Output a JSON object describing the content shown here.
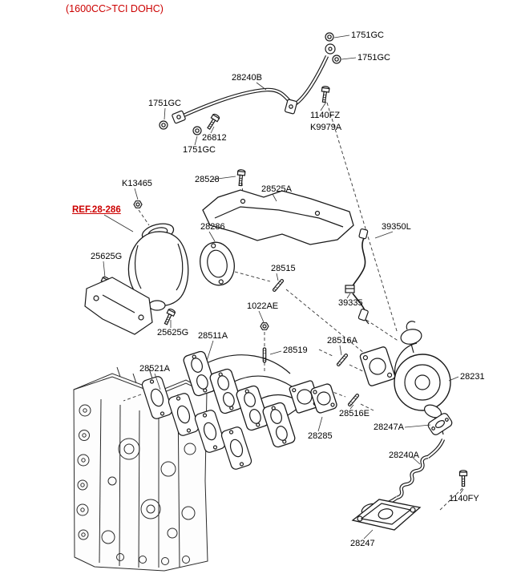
{
  "title": "(1600CC>TCI DOHC)",
  "ref_label": "REF.28-286",
  "colors": {
    "accent_red": "#cc0000",
    "line": "#1a1a1a",
    "background": "#ffffff"
  },
  "icons": {
    "ring": "washer-ring-icon",
    "bolt": "hex-bolt-icon",
    "nut": "hex-nut-icon",
    "stud": "threaded-stud-icon",
    "clamp": "sensor-clamp-icon"
  },
  "parts": [
    {
      "label": "1751GC"
    },
    {
      "label": "1751GC"
    },
    {
      "label": "28240B"
    },
    {
      "label": "1751GC"
    },
    {
      "label": "1140FZ"
    },
    {
      "label": "K9979A"
    },
    {
      "label": "26812"
    },
    {
      "label": "1751GC"
    },
    {
      "label": "K13465"
    },
    {
      "label": "28528"
    },
    {
      "label": "28525A"
    },
    {
      "label": "28286"
    },
    {
      "label": "39350L"
    },
    {
      "label": "25625G"
    },
    {
      "label": "28515"
    },
    {
      "label": "39335"
    },
    {
      "label": "1022AE"
    },
    {
      "label": "28511A"
    },
    {
      "label": "28516A"
    },
    {
      "label": "28519"
    },
    {
      "label": "25625G"
    },
    {
      "label": "28521A"
    },
    {
      "label": "28231"
    },
    {
      "label": "28516E"
    },
    {
      "label": "28247A"
    },
    {
      "label": "28285"
    },
    {
      "label": "28240A"
    },
    {
      "label": "1140FY"
    },
    {
      "label": "28247"
    }
  ]
}
